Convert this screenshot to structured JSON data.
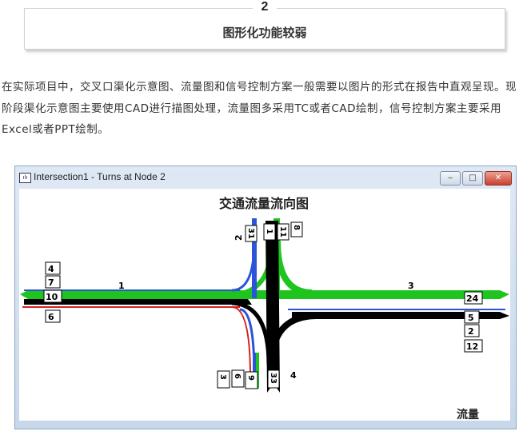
{
  "section": {
    "number": "2",
    "title": "图形化功能较弱"
  },
  "paragraph": "在实际项目中，交叉口渠化示意图、流量图和信号控制方案一般需要以图片的形式在报告中直观呈现。现阶段渠化示意图主要使用CAD进行描图处理，流量图多采用TC或者CAD绘制，信号控制方案主要采用Excel或者PPT绘制。",
  "window": {
    "title": "Intersection1 - Turns at Node 2",
    "icon": "chart-icon",
    "minimize": "‒",
    "maximize": "□",
    "close": "✕"
  },
  "diagram": {
    "title": "交通流量流向图",
    "legend": "流量",
    "road_labels": {
      "west": "1",
      "north": "2",
      "east": "3",
      "south": "4"
    },
    "west_volumes": [
      "4",
      "7",
      "10",
      "6"
    ],
    "east_volumes": [
      "24",
      "5",
      "2",
      "12"
    ],
    "north_volumes": [
      "31",
      "1",
      "11",
      "8"
    ],
    "south_volumes": [
      "3",
      "6",
      "9",
      "33"
    ],
    "colors": {
      "green": "#1fc41f",
      "black": "#000000",
      "blue": "#2a55d8",
      "red": "#d81f1f"
    }
  }
}
